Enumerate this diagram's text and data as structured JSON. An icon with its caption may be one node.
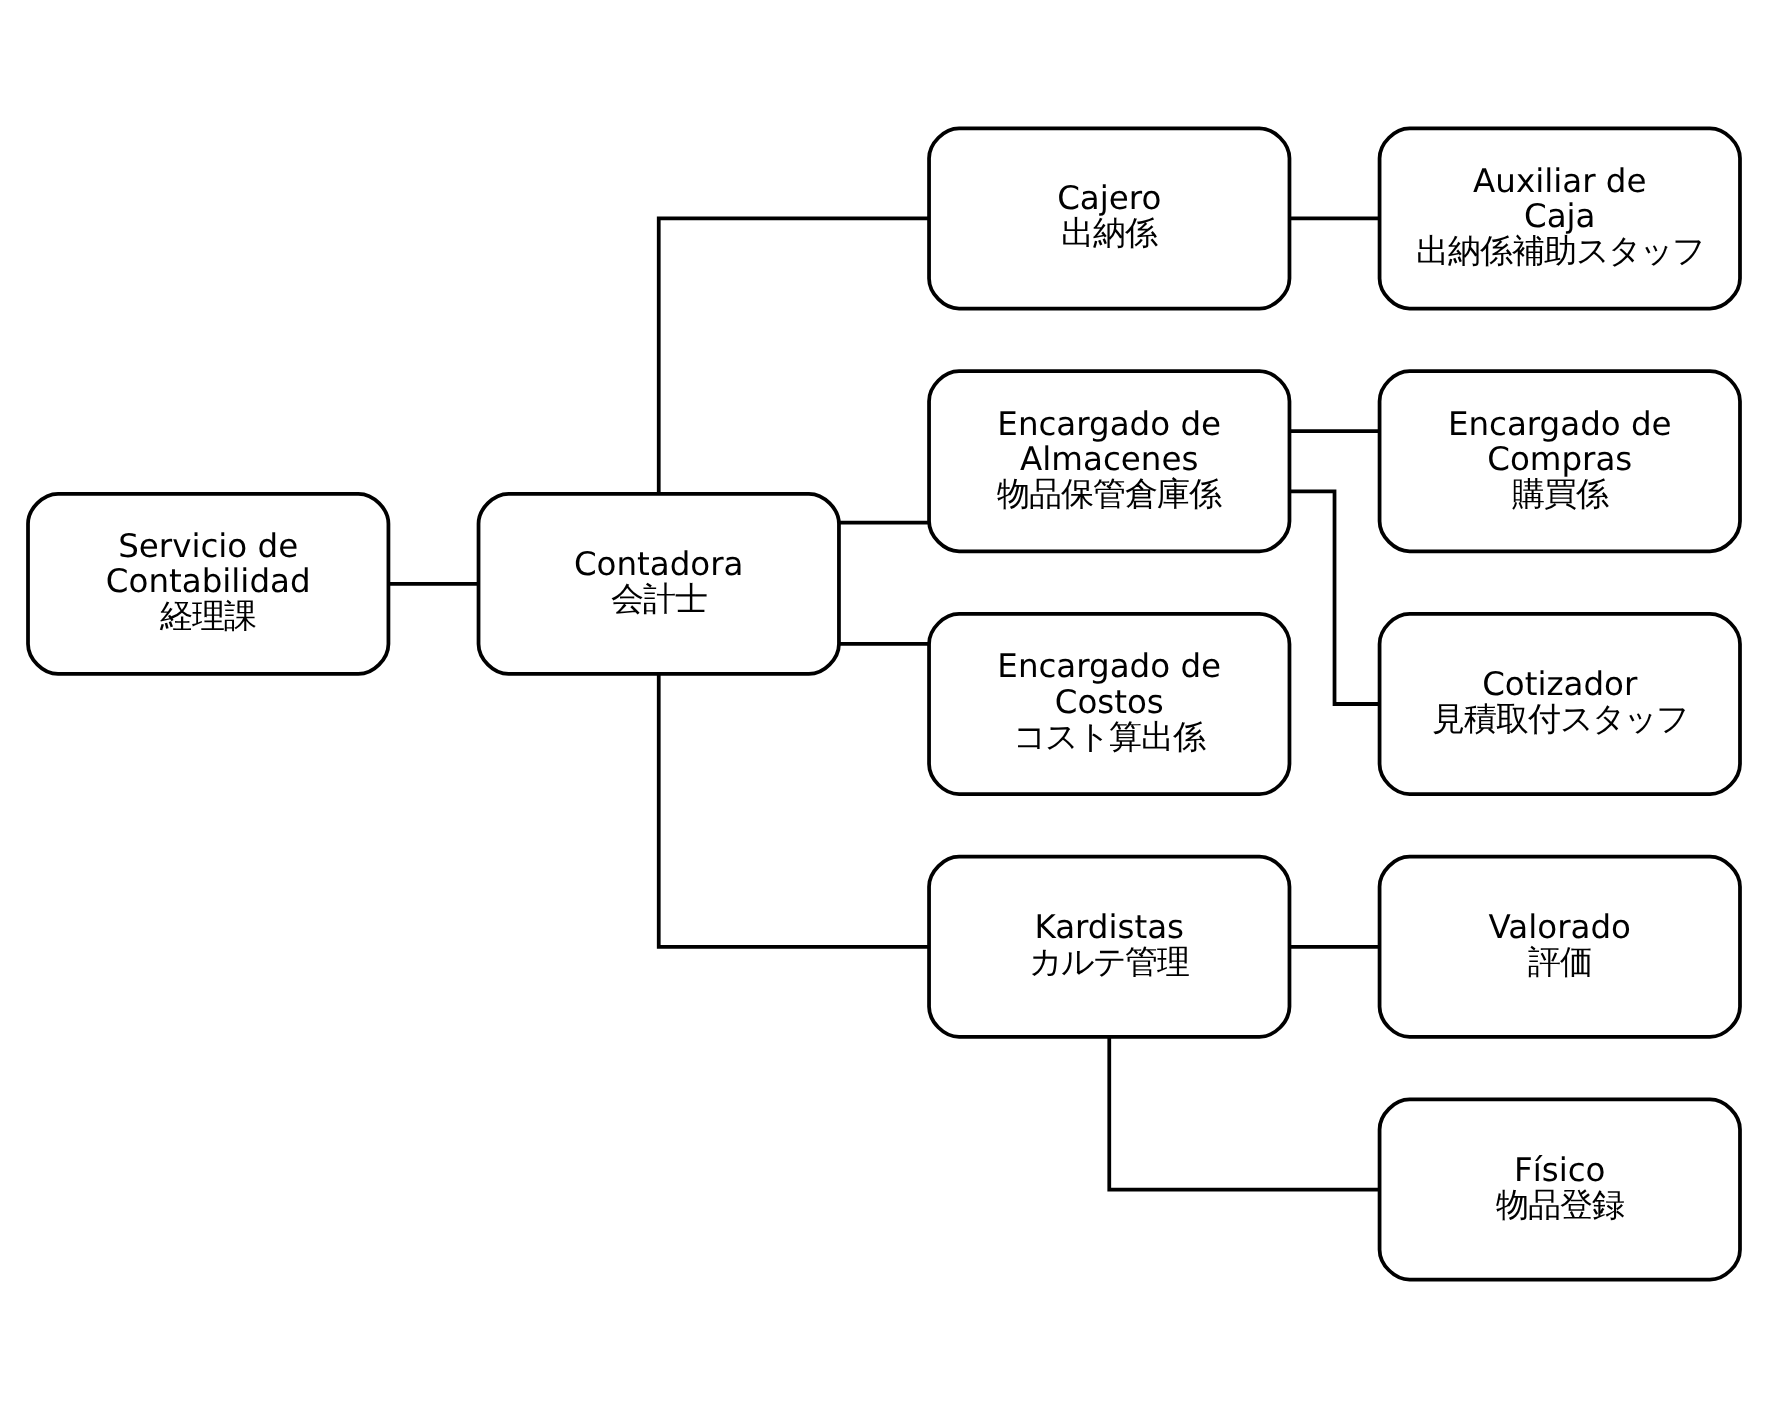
{
  "diagram": {
    "nodes": [
      {
        "text": [
          "Servicio de Contabilidad",
          "経理課"
        ]
      },
      {
        "text": [
          "Contadora",
          "会計士"
        ]
      },
      {
        "text": [
          "Cajero",
          "出納係"
        ]
      },
      {
        "text": [
          "Auxiliar de Caja",
          "出納係補助スタッフ"
        ]
      },
      {
        "text": [
          "Encargado de Almacenes",
          "物品保管倉庫係"
        ]
      },
      {
        "text": [
          "Encargado de Compras",
          "購買係"
        ]
      },
      {
        "text": [
          "Cotizador",
          "見積取付スタッフ"
        ]
      },
      {
        "text": [
          "Encargado de Costos",
          "コスト算出係"
        ]
      },
      {
        "text": [
          "Kardistas",
          "カルテ管理"
        ]
      },
      {
        "text": [
          "Valorado",
          "評価"
        ]
      },
      {
        "text": [
          "Físico",
          "物品登録"
        ]
      }
    ],
    "edges": [
      {
        "from": 0,
        "to": 1,
        "arrow": "none"
      },
      {
        "from": 1,
        "to": 2,
        "arrow": "none"
      },
      {
        "from": 1,
        "to": 4,
        "arrow": "none"
      },
      {
        "from": 1,
        "to": 7,
        "arrow": "none"
      },
      {
        "from": 1,
        "to": 8,
        "arrow": "none"
      },
      {
        "from": 2,
        "to": 3,
        "arrow": "none"
      },
      {
        "from": 4,
        "to": 5,
        "arrow": "none"
      },
      {
        "from": 4,
        "to": 6,
        "arrow": "none"
      },
      {
        "from": 8,
        "to": 9,
        "arrow": "none"
      },
      {
        "from": 8,
        "to": 10,
        "arrow": "none"
      }
    ]
  }
}
